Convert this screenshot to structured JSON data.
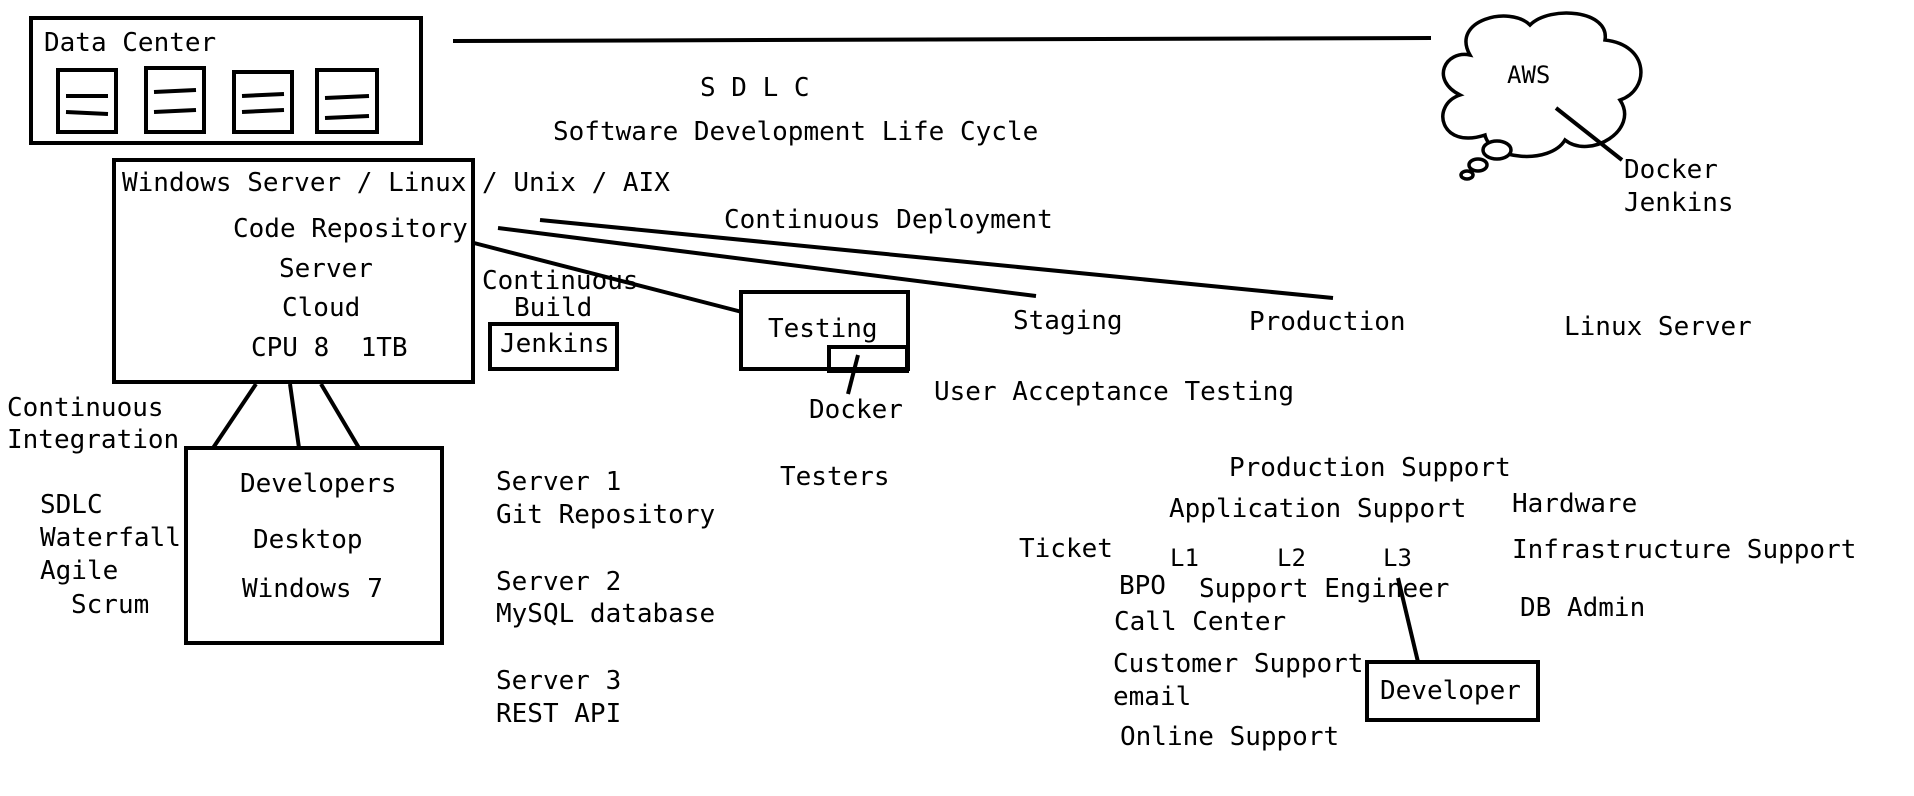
{
  "colors": {
    "ink": "#000000",
    "background": "#ffffff"
  },
  "data_center": {
    "label": "Data Center"
  },
  "sdlc_heading": {
    "acronym": "S D L C",
    "full": "Software Development Life Cycle"
  },
  "aws": {
    "label": "AWS",
    "tools": [
      "Docker",
      "Jenkins"
    ]
  },
  "server_box": {
    "os_line": "Windows Server / Linux / Unix / AIX",
    "items": [
      "Code Repository",
      "Server",
      "Cloud",
      "CPU 8  1TB"
    ]
  },
  "continuous_deployment": "Continuous Deployment",
  "continuous_build": {
    "line1": "Continuous",
    "line2": "Build"
  },
  "jenkins": "Jenkins",
  "testing": {
    "label": "Testing",
    "docker": "Docker",
    "testers": "Testers"
  },
  "staging": "Staging",
  "production": "Production",
  "linux_server": "Linux Server",
  "uat": "User Acceptance Testing",
  "continuous_integration": {
    "line1": "Continuous",
    "line2": "Integration"
  },
  "developers_box": {
    "title": "Developers",
    "desktop": "Desktop",
    "os": "Windows 7"
  },
  "methodologies": [
    "SDLC",
    "Waterfall",
    "Agile",
    "Scrum"
  ],
  "servers": [
    {
      "name": "Server 1",
      "role": "Git Repository"
    },
    {
      "name": "Server 2",
      "role": "MySQL database"
    },
    {
      "name": "Server 3",
      "role": "REST API"
    }
  ],
  "support": {
    "production_support": "Production Support",
    "application_support": "Application Support",
    "hardware": "Hardware",
    "infrastructure_support": "Infrastructure Support",
    "ticket": "Ticket",
    "levels": [
      "L1",
      "L2",
      "L3"
    ],
    "bpo": "BPO",
    "support_engineer": "Support Engineer",
    "call_center": "Call Center",
    "customer_support": "Customer Support",
    "email": "email",
    "online_support": "Online Support",
    "db_admin": "DB Admin",
    "developer": "Developer"
  }
}
